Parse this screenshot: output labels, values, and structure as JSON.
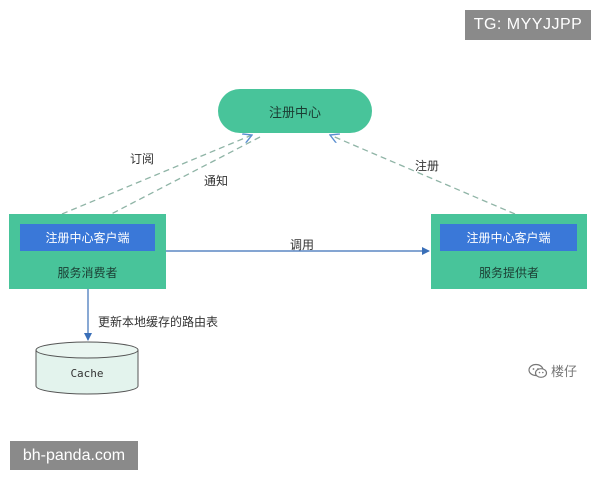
{
  "watermarks": {
    "top": "TG: MYYJJPP",
    "bottom": "bh-panda.com"
  },
  "registry": {
    "label": "注册中心"
  },
  "consumer": {
    "client_label": "注册中心客户端",
    "label": "服务消费者"
  },
  "provider": {
    "client_label": "注册中心客户端",
    "label": "服务提供者"
  },
  "edges": {
    "subscribe": "订阅",
    "notify": "通知",
    "register": "注册",
    "invoke": "调用",
    "update_cache": "更新本地缓存的路由表"
  },
  "cache": {
    "label": "Cache"
  },
  "brand": {
    "icon": "wechat-icon",
    "label": "楼仔"
  },
  "colors": {
    "node_green": "#48c49a",
    "client_blue": "#3a78d8",
    "arrow_blue": "#3a6fb8",
    "cache_fill": "#e3f3ed",
    "watermark_gray": "#8a8a8a"
  }
}
